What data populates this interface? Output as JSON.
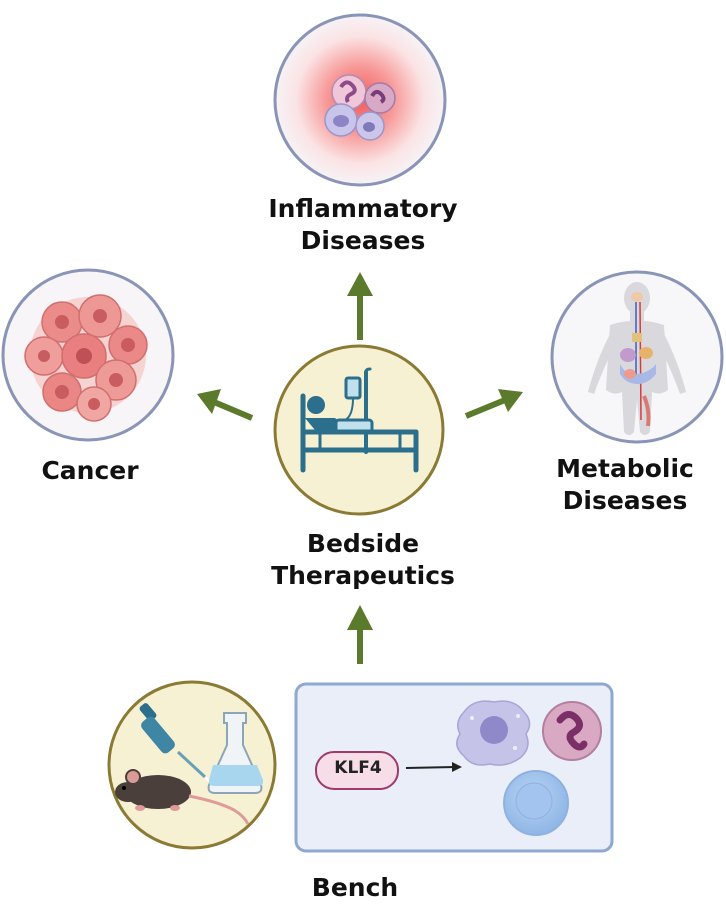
{
  "center": {
    "title_line1": "Bedside",
    "title_line2": "Therapeutics",
    "icon": "hospital-bed-iv-icon"
  },
  "outcomes": [
    {
      "id": "inflammatory",
      "line1": "Inflammatory",
      "line2": "Diseases",
      "icon": "inflamed-immune-cells-icon"
    },
    {
      "id": "cancer",
      "line1": "Cancer",
      "icon": "tumor-cell-cluster-icon"
    },
    {
      "id": "metabolic",
      "line1": "Metabolic",
      "line2": "Diseases",
      "icon": "human-body-organs-icon"
    }
  ],
  "bench": {
    "label": "Bench",
    "gene_label": "KLF4",
    "lab_icons": [
      "pipette-icon",
      "flask-icon",
      "mouse-icon"
    ],
    "cell_icons": [
      "macrophage-icon",
      "neutrophil-icon",
      "lymphocyte-icon"
    ]
  },
  "colors": {
    "arrow": "#5b7a2b",
    "center_fill": "#f6f1d3",
    "center_border": "#8a7a34",
    "outcome_border": "#8a94b6",
    "panel_fill": "#e9eef8",
    "panel_border": "#8fa8cf",
    "klf4_fill": "#f6dde8",
    "klf4_border": "#9c3b6a",
    "bed_blue": "#2c6f8c"
  }
}
